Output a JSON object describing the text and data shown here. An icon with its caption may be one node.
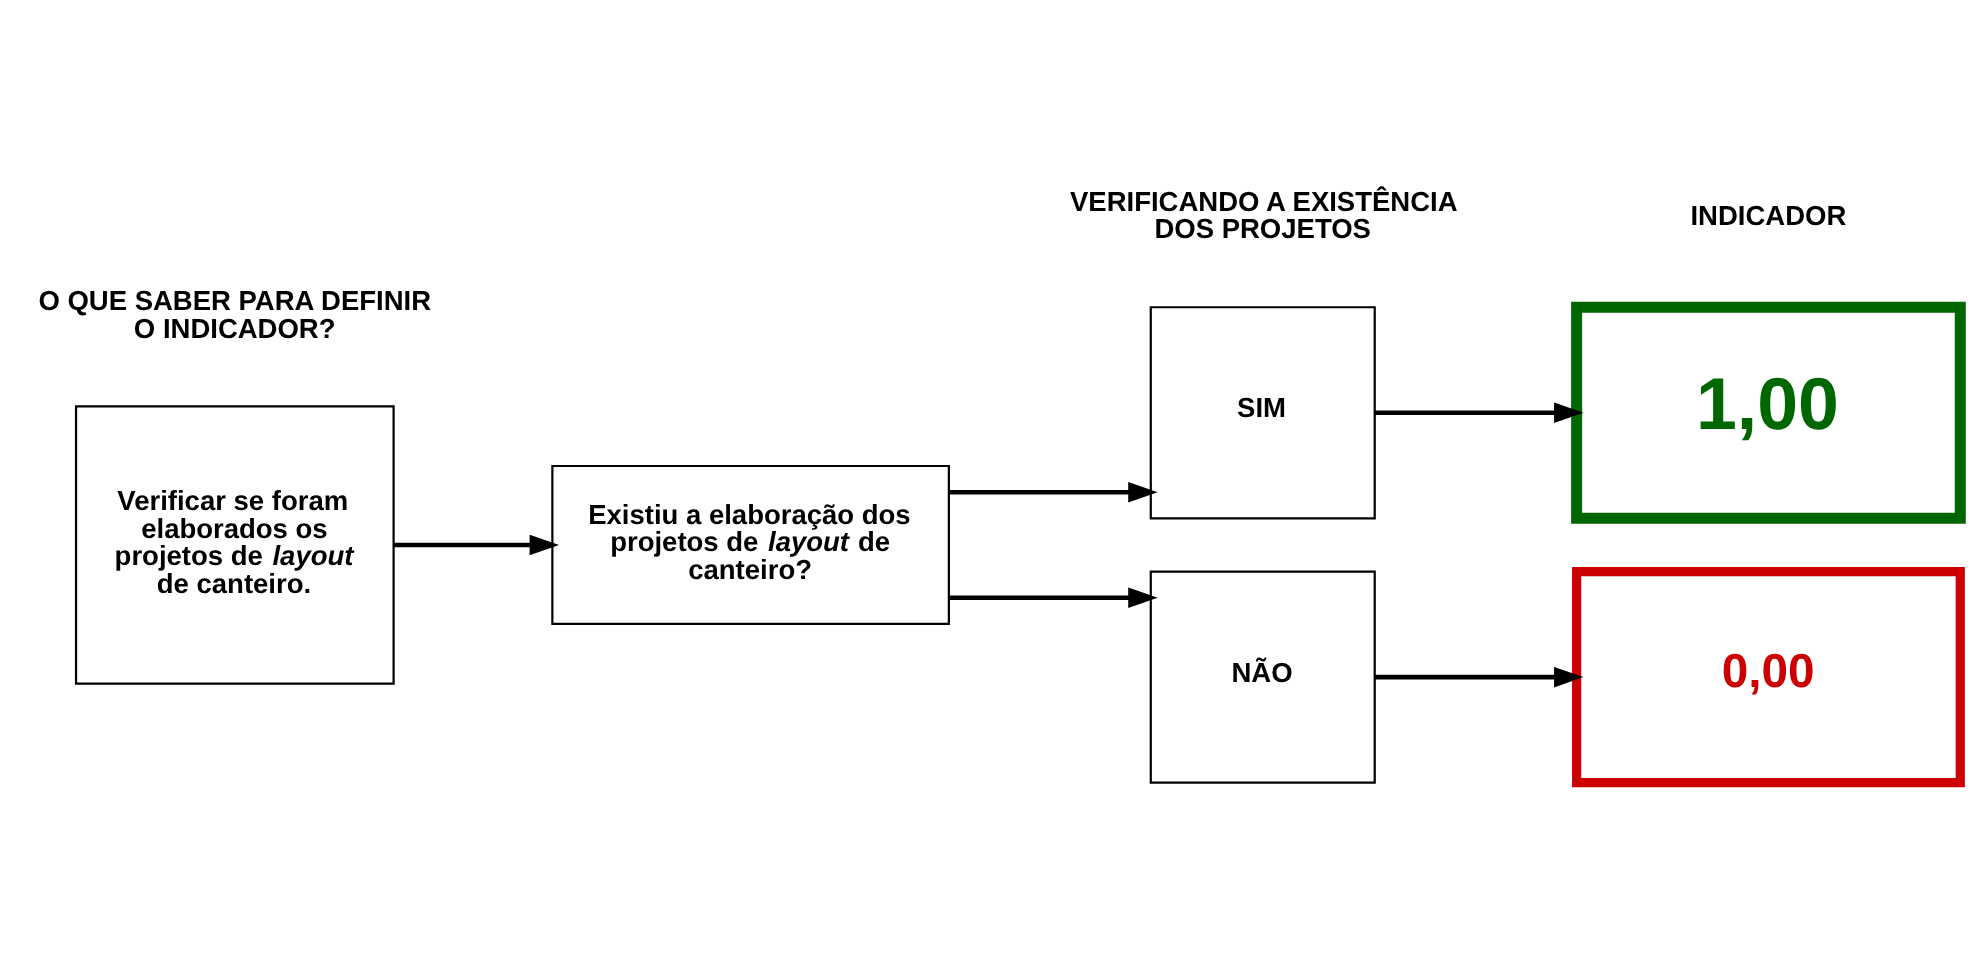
{
  "diagram": {
    "nodes": [
      {
        "text": [
          "Verificar se foram elaborados os projetos de *layout* de canteiro."
        ]
      },
      {
        "text": [
          "Existiu a elaboração dos projetos de *layout* de canteiro?"
        ]
      },
      {
        "text": [
          "SIM"
        ]
      },
      {
        "text": [
          "NÃO"
        ]
      },
      {
        "text": [
          "1,00"
        ]
      },
      {
        "text": [
          "0,00"
        ]
      }
    ],
    "edges": [
      {
        "from": 0,
        "to": 1,
        "arrow": "to"
      },
      {
        "from": 1,
        "to": 2,
        "arrow": "to"
      },
      {
        "from": 1,
        "to": 3,
        "arrow": "to"
      },
      {
        "from": 2,
        "to": 4,
        "arrow": "to"
      },
      {
        "from": 3,
        "to": 5,
        "arrow": "to"
      }
    ],
    "labels": [
      "O QUE SABER PARA DEFINIR O INDICADOR?",
      "VERIFICANDO A EXISTÊNCIA DOS PROJETOS",
      "INDICADOR"
    ]
  }
}
